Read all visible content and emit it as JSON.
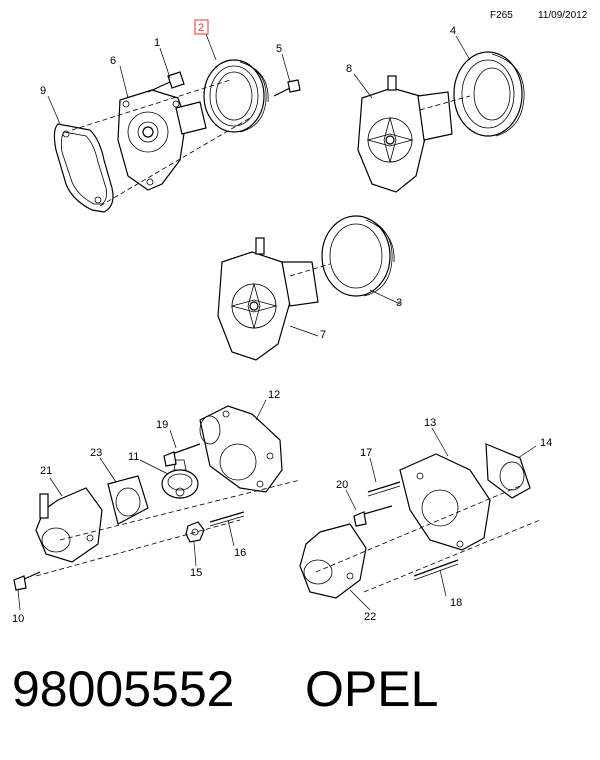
{
  "header": {
    "code": "F265",
    "date": "11/09/2012"
  },
  "callouts": {
    "c1": "1",
    "c2": "2",
    "c3": "3",
    "c4": "4",
    "c5": "5",
    "c6": "6",
    "c7": "7",
    "c8": "8",
    "c9": "9",
    "c10": "10",
    "c11": "11",
    "c12": "12",
    "c13": "13",
    "c14": "14",
    "c15": "15",
    "c16": "16",
    "c17": "17",
    "c18": "18",
    "c19": "19",
    "c20": "20",
    "c21": "21",
    "c22": "22",
    "c23": "23"
  },
  "highlight_callout": "2",
  "colors": {
    "highlight": "#e53935",
    "line": "#000000",
    "background": "#ffffff"
  },
  "footer": {
    "part_number": "98005552",
    "brand": "OPEL"
  }
}
